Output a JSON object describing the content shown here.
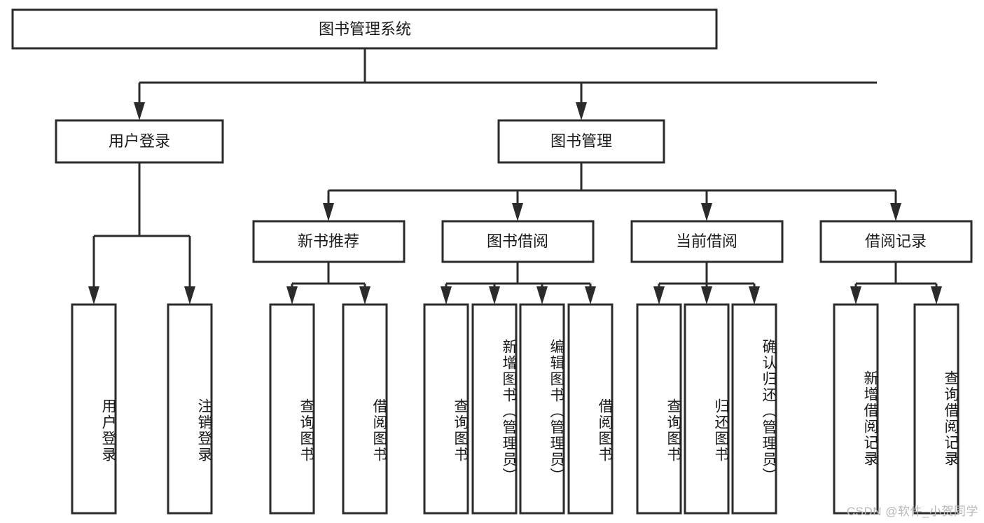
{
  "title": "图书管理系统",
  "watermark": "CSDN @软件_小贺同学",
  "colors": {
    "background": "#ffffff",
    "box_stroke": "#2b2b2b",
    "box_fill": "#ffffff",
    "text": "#1a1a1a",
    "watermark": "#b9b9b9"
  },
  "chart_data": {
    "type": "diagram",
    "diagram_kind": "hierarchy-tree",
    "orientation": "top-down",
    "title": "图书管理系统",
    "levels": 4,
    "nodes": [
      {
        "id": "root",
        "label": "图书管理系统",
        "level": 0,
        "parent": null,
        "text_orientation": "horizontal"
      },
      {
        "id": "login",
        "label": "用户登录",
        "level": 1,
        "parent": "root",
        "text_orientation": "horizontal"
      },
      {
        "id": "bookmgmt",
        "label": "图书管理",
        "level": 1,
        "parent": "root",
        "text_orientation": "horizontal"
      },
      {
        "id": "login-user",
        "label": "用户登录",
        "level": 2,
        "parent": "login",
        "text_orientation": "vertical"
      },
      {
        "id": "login-logout",
        "label": "注销登录",
        "level": 2,
        "parent": "login",
        "text_orientation": "vertical"
      },
      {
        "id": "newbooks",
        "label": "新书推荐",
        "level": 2,
        "parent": "bookmgmt",
        "text_orientation": "horizontal"
      },
      {
        "id": "borrow",
        "label": "图书借阅",
        "level": 2,
        "parent": "bookmgmt",
        "text_orientation": "horizontal"
      },
      {
        "id": "current",
        "label": "当前借阅",
        "level": 2,
        "parent": "bookmgmt",
        "text_orientation": "horizontal"
      },
      {
        "id": "records",
        "label": "借阅记录",
        "level": 2,
        "parent": "bookmgmt",
        "text_orientation": "horizontal"
      },
      {
        "id": "newbooks-query",
        "label": "查询图书",
        "level": 3,
        "parent": "newbooks",
        "text_orientation": "vertical"
      },
      {
        "id": "newbooks-borrow",
        "label": "借阅图书",
        "level": 3,
        "parent": "newbooks",
        "text_orientation": "vertical"
      },
      {
        "id": "borrow-query",
        "label": "查询图书",
        "level": 3,
        "parent": "borrow",
        "text_orientation": "vertical"
      },
      {
        "id": "borrow-add",
        "label": "新增图书（管理员）",
        "level": 3,
        "parent": "borrow",
        "text_orientation": "vertical"
      },
      {
        "id": "borrow-edit",
        "label": "编辑图书（管理员）",
        "level": 3,
        "parent": "borrow",
        "text_orientation": "vertical"
      },
      {
        "id": "borrow-lend",
        "label": "借阅图书",
        "level": 3,
        "parent": "borrow",
        "text_orientation": "vertical"
      },
      {
        "id": "current-query",
        "label": "查询图书",
        "level": 3,
        "parent": "current",
        "text_orientation": "vertical"
      },
      {
        "id": "current-return",
        "label": "归还图书",
        "level": 3,
        "parent": "current",
        "text_orientation": "vertical"
      },
      {
        "id": "current-confirm",
        "label": "确认归还（管理员）",
        "level": 3,
        "parent": "current",
        "text_orientation": "vertical"
      },
      {
        "id": "records-add",
        "label": "新增借阅记录",
        "level": 3,
        "parent": "records",
        "text_orientation": "vertical"
      },
      {
        "id": "records-query",
        "label": "查询借阅记录",
        "level": 3,
        "parent": "records",
        "text_orientation": "vertical"
      }
    ],
    "edges": [
      {
        "from": "root",
        "to": "login"
      },
      {
        "from": "root",
        "to": "bookmgmt"
      },
      {
        "from": "login",
        "to": "login-user"
      },
      {
        "from": "login",
        "to": "login-logout"
      },
      {
        "from": "bookmgmt",
        "to": "newbooks"
      },
      {
        "from": "bookmgmt",
        "to": "borrow"
      },
      {
        "from": "bookmgmt",
        "to": "current"
      },
      {
        "from": "bookmgmt",
        "to": "records"
      },
      {
        "from": "newbooks",
        "to": "newbooks-query"
      },
      {
        "from": "newbooks",
        "to": "newbooks-borrow"
      },
      {
        "from": "borrow",
        "to": "borrow-query"
      },
      {
        "from": "borrow",
        "to": "borrow-add"
      },
      {
        "from": "borrow",
        "to": "borrow-edit"
      },
      {
        "from": "borrow",
        "to": "borrow-lend"
      },
      {
        "from": "current",
        "to": "current-query"
      },
      {
        "from": "current",
        "to": "current-return"
      },
      {
        "from": "current",
        "to": "current-confirm"
      },
      {
        "from": "records",
        "to": "records-add"
      },
      {
        "from": "records",
        "to": "records-query"
      }
    ]
  },
  "nodes": {
    "root": "图书管理系统",
    "login": "用户登录",
    "bookmgmt": "图书管理",
    "login_user": "用户登录",
    "login_logout": "注销登录",
    "newbooks": "新书推荐",
    "borrow": "图书借阅",
    "current": "当前借阅",
    "records": "借阅记录",
    "newbooks_query": "查询图书",
    "newbooks_borrow": "借阅图书",
    "borrow_query": "查询图书",
    "borrow_add": "新增图书（管理员）",
    "borrow_edit": "编辑图书（管理员）",
    "borrow_lend": "借阅图书",
    "current_query": "查询图书",
    "current_return": "归还图书",
    "current_confirm": "确认归还（管理员）",
    "records_add": "新增借阅记录",
    "records_query": "查询借阅记录"
  }
}
